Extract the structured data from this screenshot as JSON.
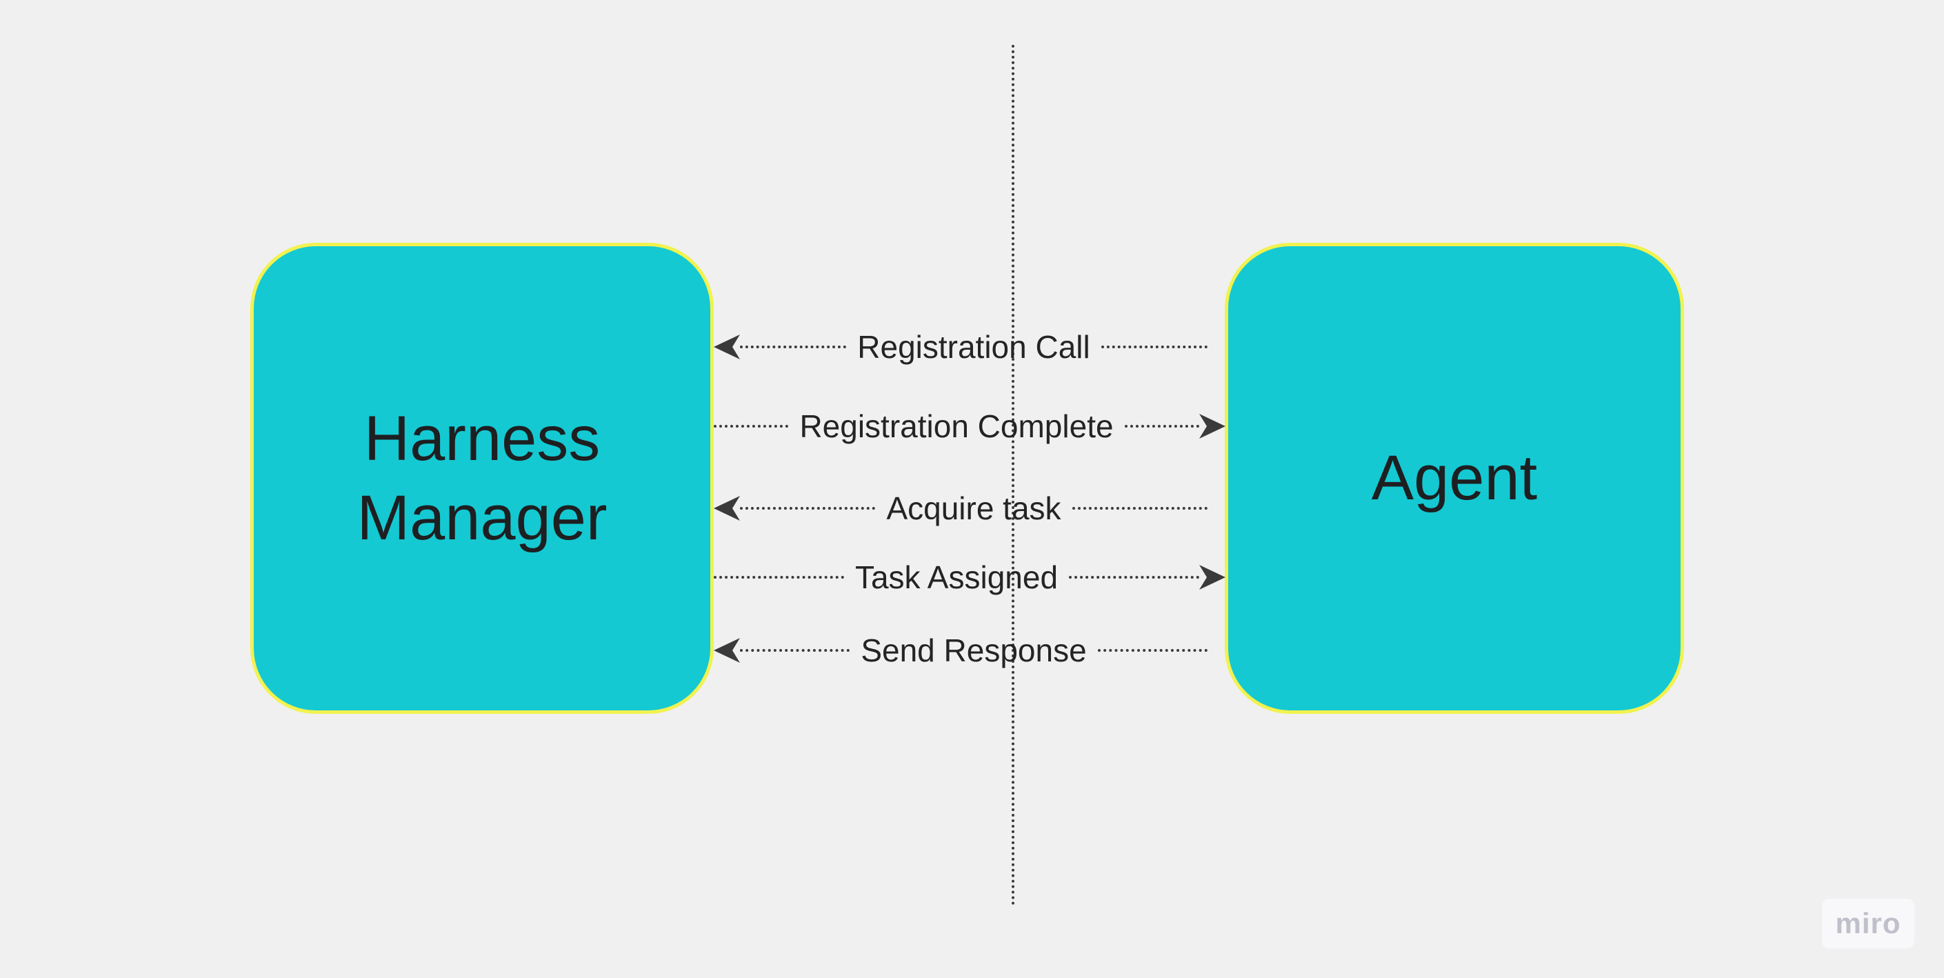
{
  "board": {
    "background": "#f0f0f1",
    "node_fill": "#14c9d2",
    "node_border": "#f1f24f",
    "connector_color": "#3a3a3a",
    "text_color": "#1e1f21"
  },
  "nodes": [
    {
      "id": "harness-manager",
      "label": "Harness Manager"
    },
    {
      "id": "agent",
      "label": "Agent"
    }
  ],
  "messages": [
    {
      "label": "Registration Call",
      "direction": "left"
    },
    {
      "label": "Registration Complete",
      "direction": "right"
    },
    {
      "label": "Acquire task",
      "direction": "left"
    },
    {
      "label": "Task Assigned",
      "direction": "right"
    },
    {
      "label": "Send Response",
      "direction": "left"
    }
  ],
  "watermark": {
    "label": "miro"
  }
}
